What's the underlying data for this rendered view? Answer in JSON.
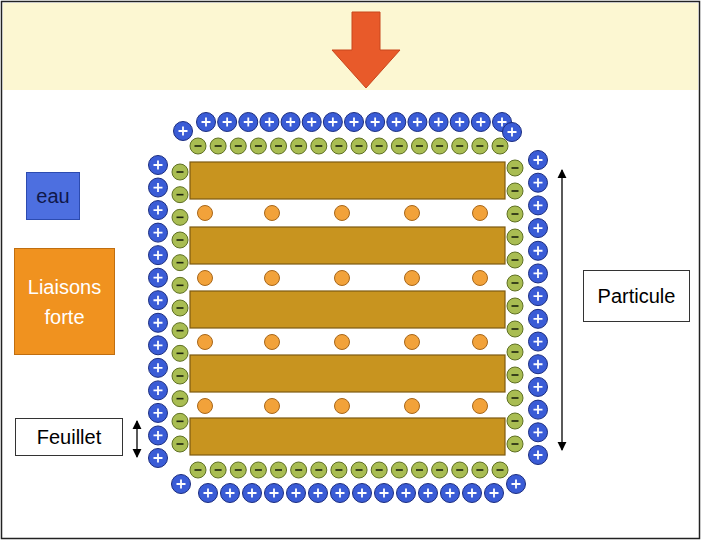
{
  "diagram": {
    "nodes": [
      {
        "text": [
          "eau"
        ]
      },
      {
        "text": [
          "Liaisons forte"
        ]
      },
      {
        "text": [
          "Particule"
        ]
      },
      {
        "text": [
          "Feuillet"
        ]
      }
    ]
  }
}
